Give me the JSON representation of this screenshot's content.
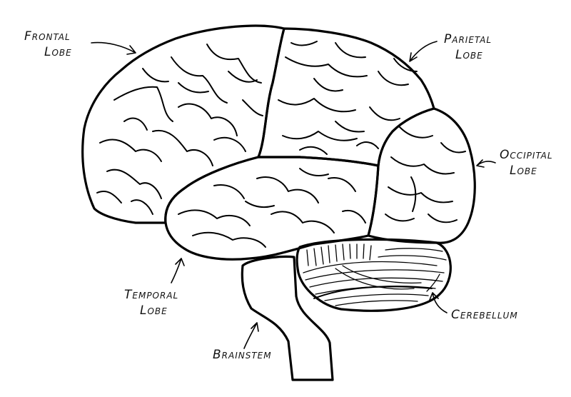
{
  "labels": {
    "frontal_1": "Frontal",
    "frontal_2": "Lobe",
    "parietal_1": "Parietal",
    "parietal_2": "Lobe",
    "occipital_1": "Occipital",
    "occipital_2": "Lobe",
    "temporal_1": "Temporal",
    "temporal_2": "Lobe",
    "cerebellum": "Cerebellum",
    "brainstem": "Brainstem"
  },
  "colors": {
    "frontal": "#bfe3f7",
    "parietal": "#fde7a8",
    "occipital": "#e8bccb",
    "temporal": "#b6e5a8",
    "cerebellum": "#ffffff",
    "brainstem": "#9a9a9a"
  }
}
